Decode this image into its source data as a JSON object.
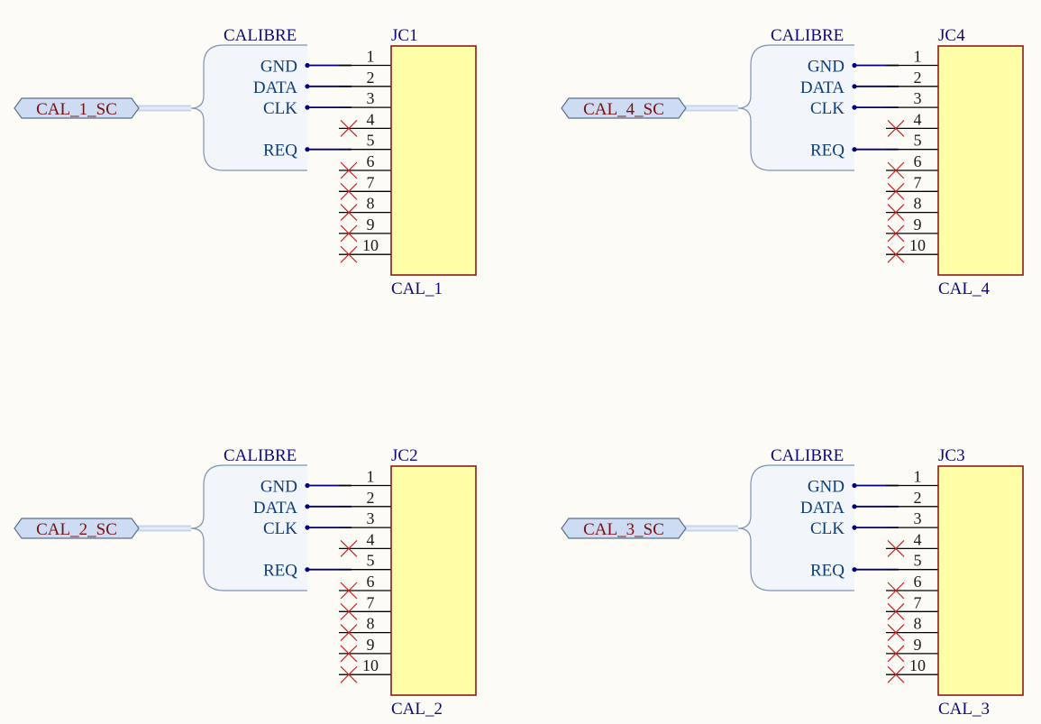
{
  "colors": {
    "background": "#fdfbf6",
    "connector_fill": "#ffffa8",
    "connector_border": "#8b1a1a",
    "wire": "#000080",
    "designator_text": "#0a0a7a",
    "harness_fill": "#f2f5fa",
    "harness_border": "#7d93b3",
    "port_fill": "#cddcf2",
    "port_text": "#7a1010",
    "no_erc": "#cc2222"
  },
  "connectors": [
    {
      "designator": "JC1",
      "comment": "CAL_1",
      "harness": {
        "title": "CALIBRE",
        "port": "CAL_1_SC",
        "entries": [
          {
            "label": "GND",
            "pin": 1
          },
          {
            "label": "DATA",
            "pin": 2
          },
          {
            "label": "CLK",
            "pin": 3
          },
          {
            "label": "REQ",
            "pin": 5
          }
        ]
      },
      "pins": [
        {
          "number": "1",
          "name": "1",
          "no_connect": false
        },
        {
          "number": "2",
          "name": "2",
          "no_connect": false
        },
        {
          "number": "3",
          "name": "3",
          "no_connect": false
        },
        {
          "number": "4",
          "name": "4",
          "no_connect": true
        },
        {
          "number": "5",
          "name": "5",
          "no_connect": false
        },
        {
          "number": "6",
          "name": "6",
          "no_connect": true
        },
        {
          "number": "7",
          "name": "7",
          "no_connect": true
        },
        {
          "number": "8",
          "name": "8",
          "no_connect": true
        },
        {
          "number": "9",
          "name": "9",
          "no_connect": true
        },
        {
          "number": "10",
          "name": "10",
          "no_connect": true
        }
      ]
    },
    {
      "designator": "JC4",
      "comment": "CAL_4",
      "harness": {
        "title": "CALIBRE",
        "port": "CAL_4_SC",
        "entries": [
          {
            "label": "GND",
            "pin": 1
          },
          {
            "label": "DATA",
            "pin": 2
          },
          {
            "label": "CLK",
            "pin": 3
          },
          {
            "label": "REQ",
            "pin": 5
          }
        ]
      },
      "pins": [
        {
          "number": "1",
          "name": "1",
          "no_connect": false
        },
        {
          "number": "2",
          "name": "2",
          "no_connect": false
        },
        {
          "number": "3",
          "name": "3",
          "no_connect": false
        },
        {
          "number": "4",
          "name": "4",
          "no_connect": true
        },
        {
          "number": "5",
          "name": "5",
          "no_connect": false
        },
        {
          "number": "6",
          "name": "6",
          "no_connect": true
        },
        {
          "number": "7",
          "name": "7",
          "no_connect": true
        },
        {
          "number": "8",
          "name": "8",
          "no_connect": true
        },
        {
          "number": "9",
          "name": "9",
          "no_connect": true
        },
        {
          "number": "10",
          "name": "10",
          "no_connect": true
        }
      ]
    },
    {
      "designator": "JC2",
      "comment": "CAL_2",
      "harness": {
        "title": "CALIBRE",
        "port": "CAL_2_SC",
        "entries": [
          {
            "label": "GND",
            "pin": 1
          },
          {
            "label": "DATA",
            "pin": 2
          },
          {
            "label": "CLK",
            "pin": 3
          },
          {
            "label": "REQ",
            "pin": 5
          }
        ]
      },
      "pins": [
        {
          "number": "1",
          "name": "1",
          "no_connect": false
        },
        {
          "number": "2",
          "name": "2",
          "no_connect": false
        },
        {
          "number": "3",
          "name": "3",
          "no_connect": false
        },
        {
          "number": "4",
          "name": "4",
          "no_connect": true
        },
        {
          "number": "5",
          "name": "5",
          "no_connect": false
        },
        {
          "number": "6",
          "name": "6",
          "no_connect": true
        },
        {
          "number": "7",
          "name": "7",
          "no_connect": true
        },
        {
          "number": "8",
          "name": "8",
          "no_connect": true
        },
        {
          "number": "9",
          "name": "9",
          "no_connect": true
        },
        {
          "number": "10",
          "name": "10",
          "no_connect": true
        }
      ]
    },
    {
      "designator": "JC3",
      "comment": "CAL_3",
      "harness": {
        "title": "CALIBRE",
        "port": "CAL_3_SC",
        "entries": [
          {
            "label": "GND",
            "pin": 1
          },
          {
            "label": "DATA",
            "pin": 2
          },
          {
            "label": "CLK",
            "pin": 3
          },
          {
            "label": "REQ",
            "pin": 5
          }
        ]
      },
      "pins": [
        {
          "number": "1",
          "name": "1",
          "no_connect": false
        },
        {
          "number": "2",
          "name": "2",
          "no_connect": false
        },
        {
          "number": "3",
          "name": "3",
          "no_connect": false
        },
        {
          "number": "4",
          "name": "4",
          "no_connect": true
        },
        {
          "number": "5",
          "name": "5",
          "no_connect": false
        },
        {
          "number": "6",
          "name": "6",
          "no_connect": true
        },
        {
          "number": "7",
          "name": "7",
          "no_connect": true
        },
        {
          "number": "8",
          "name": "8",
          "no_connect": true
        },
        {
          "number": "9",
          "name": "9",
          "no_connect": true
        },
        {
          "number": "10",
          "name": "10",
          "no_connect": true
        }
      ]
    }
  ]
}
